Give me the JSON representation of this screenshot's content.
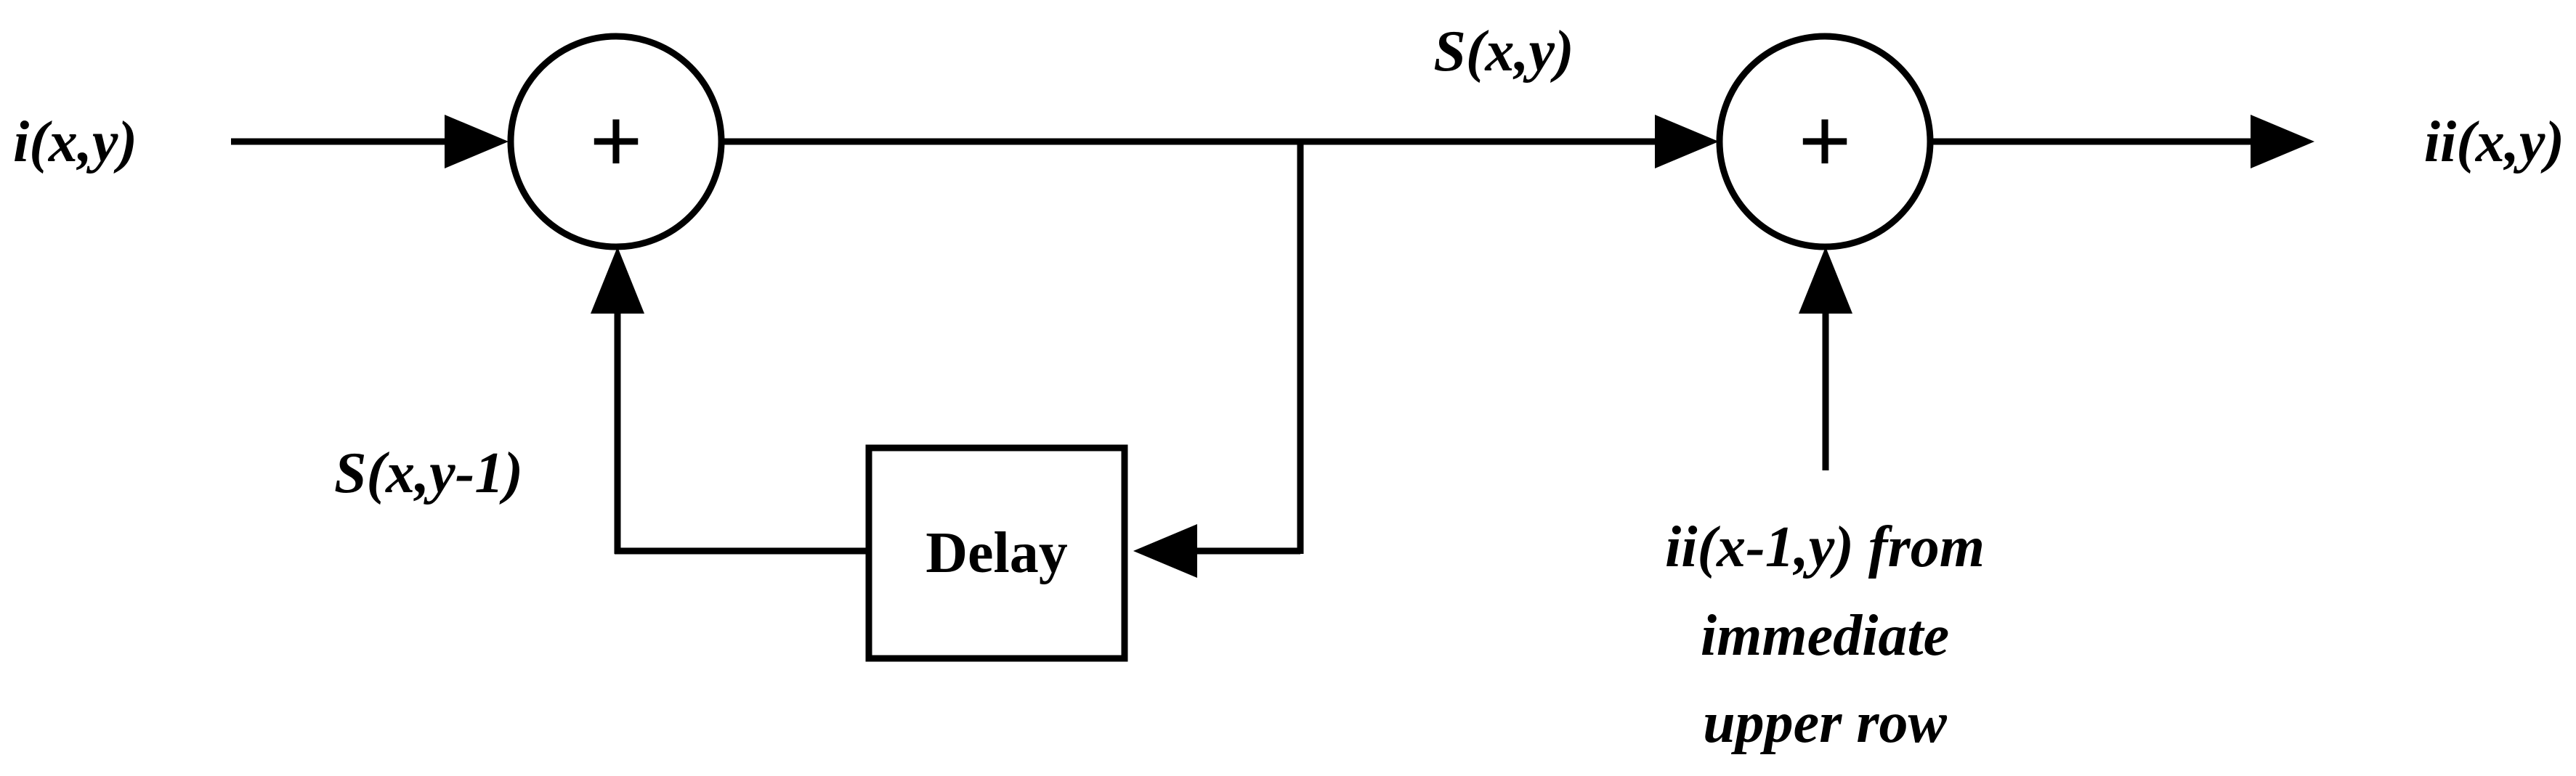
{
  "labels": {
    "input": "i(x,y)",
    "row_sum": "S(x,y)",
    "prev_row_sum": "S(x,y-1)",
    "output": "ii(x,y)",
    "upper_row_line1": "ii(x-1,y) from",
    "upper_row_line2": "immediate",
    "upper_row_line3": "upper row"
  },
  "blocks": {
    "adder1_symbol": "+",
    "adder2_symbol": "+",
    "delay": "Delay"
  },
  "colors": {
    "line": "#000000",
    "background": "#ffffff"
  }
}
